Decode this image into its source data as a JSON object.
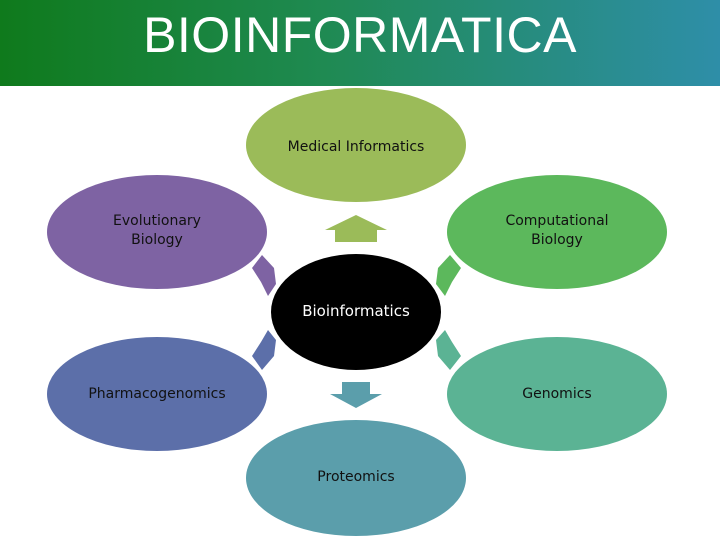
{
  "header": {
    "title": "BIOINFORMATICA"
  },
  "diagram": {
    "center": {
      "label": "Bioinformatics",
      "fill": "#000000"
    },
    "nodes": [
      {
        "id": "medical",
        "label": "Medical Informatics",
        "fill": "#9bbb59"
      },
      {
        "id": "computational",
        "label": "Computational\nBiology",
        "fill": "#5cb85c"
      },
      {
        "id": "genomics",
        "label": "Genomics",
        "fill": "#5bb394"
      },
      {
        "id": "proteomics",
        "label": "Proteomics",
        "fill": "#5b9eab"
      },
      {
        "id": "pharmacogenomics",
        "label": "Pharmacogenomics",
        "fill": "#5c6fa9"
      },
      {
        "id": "evolutionary",
        "label": "Evolutionary\nBiology",
        "fill": "#7e63a3"
      }
    ]
  }
}
